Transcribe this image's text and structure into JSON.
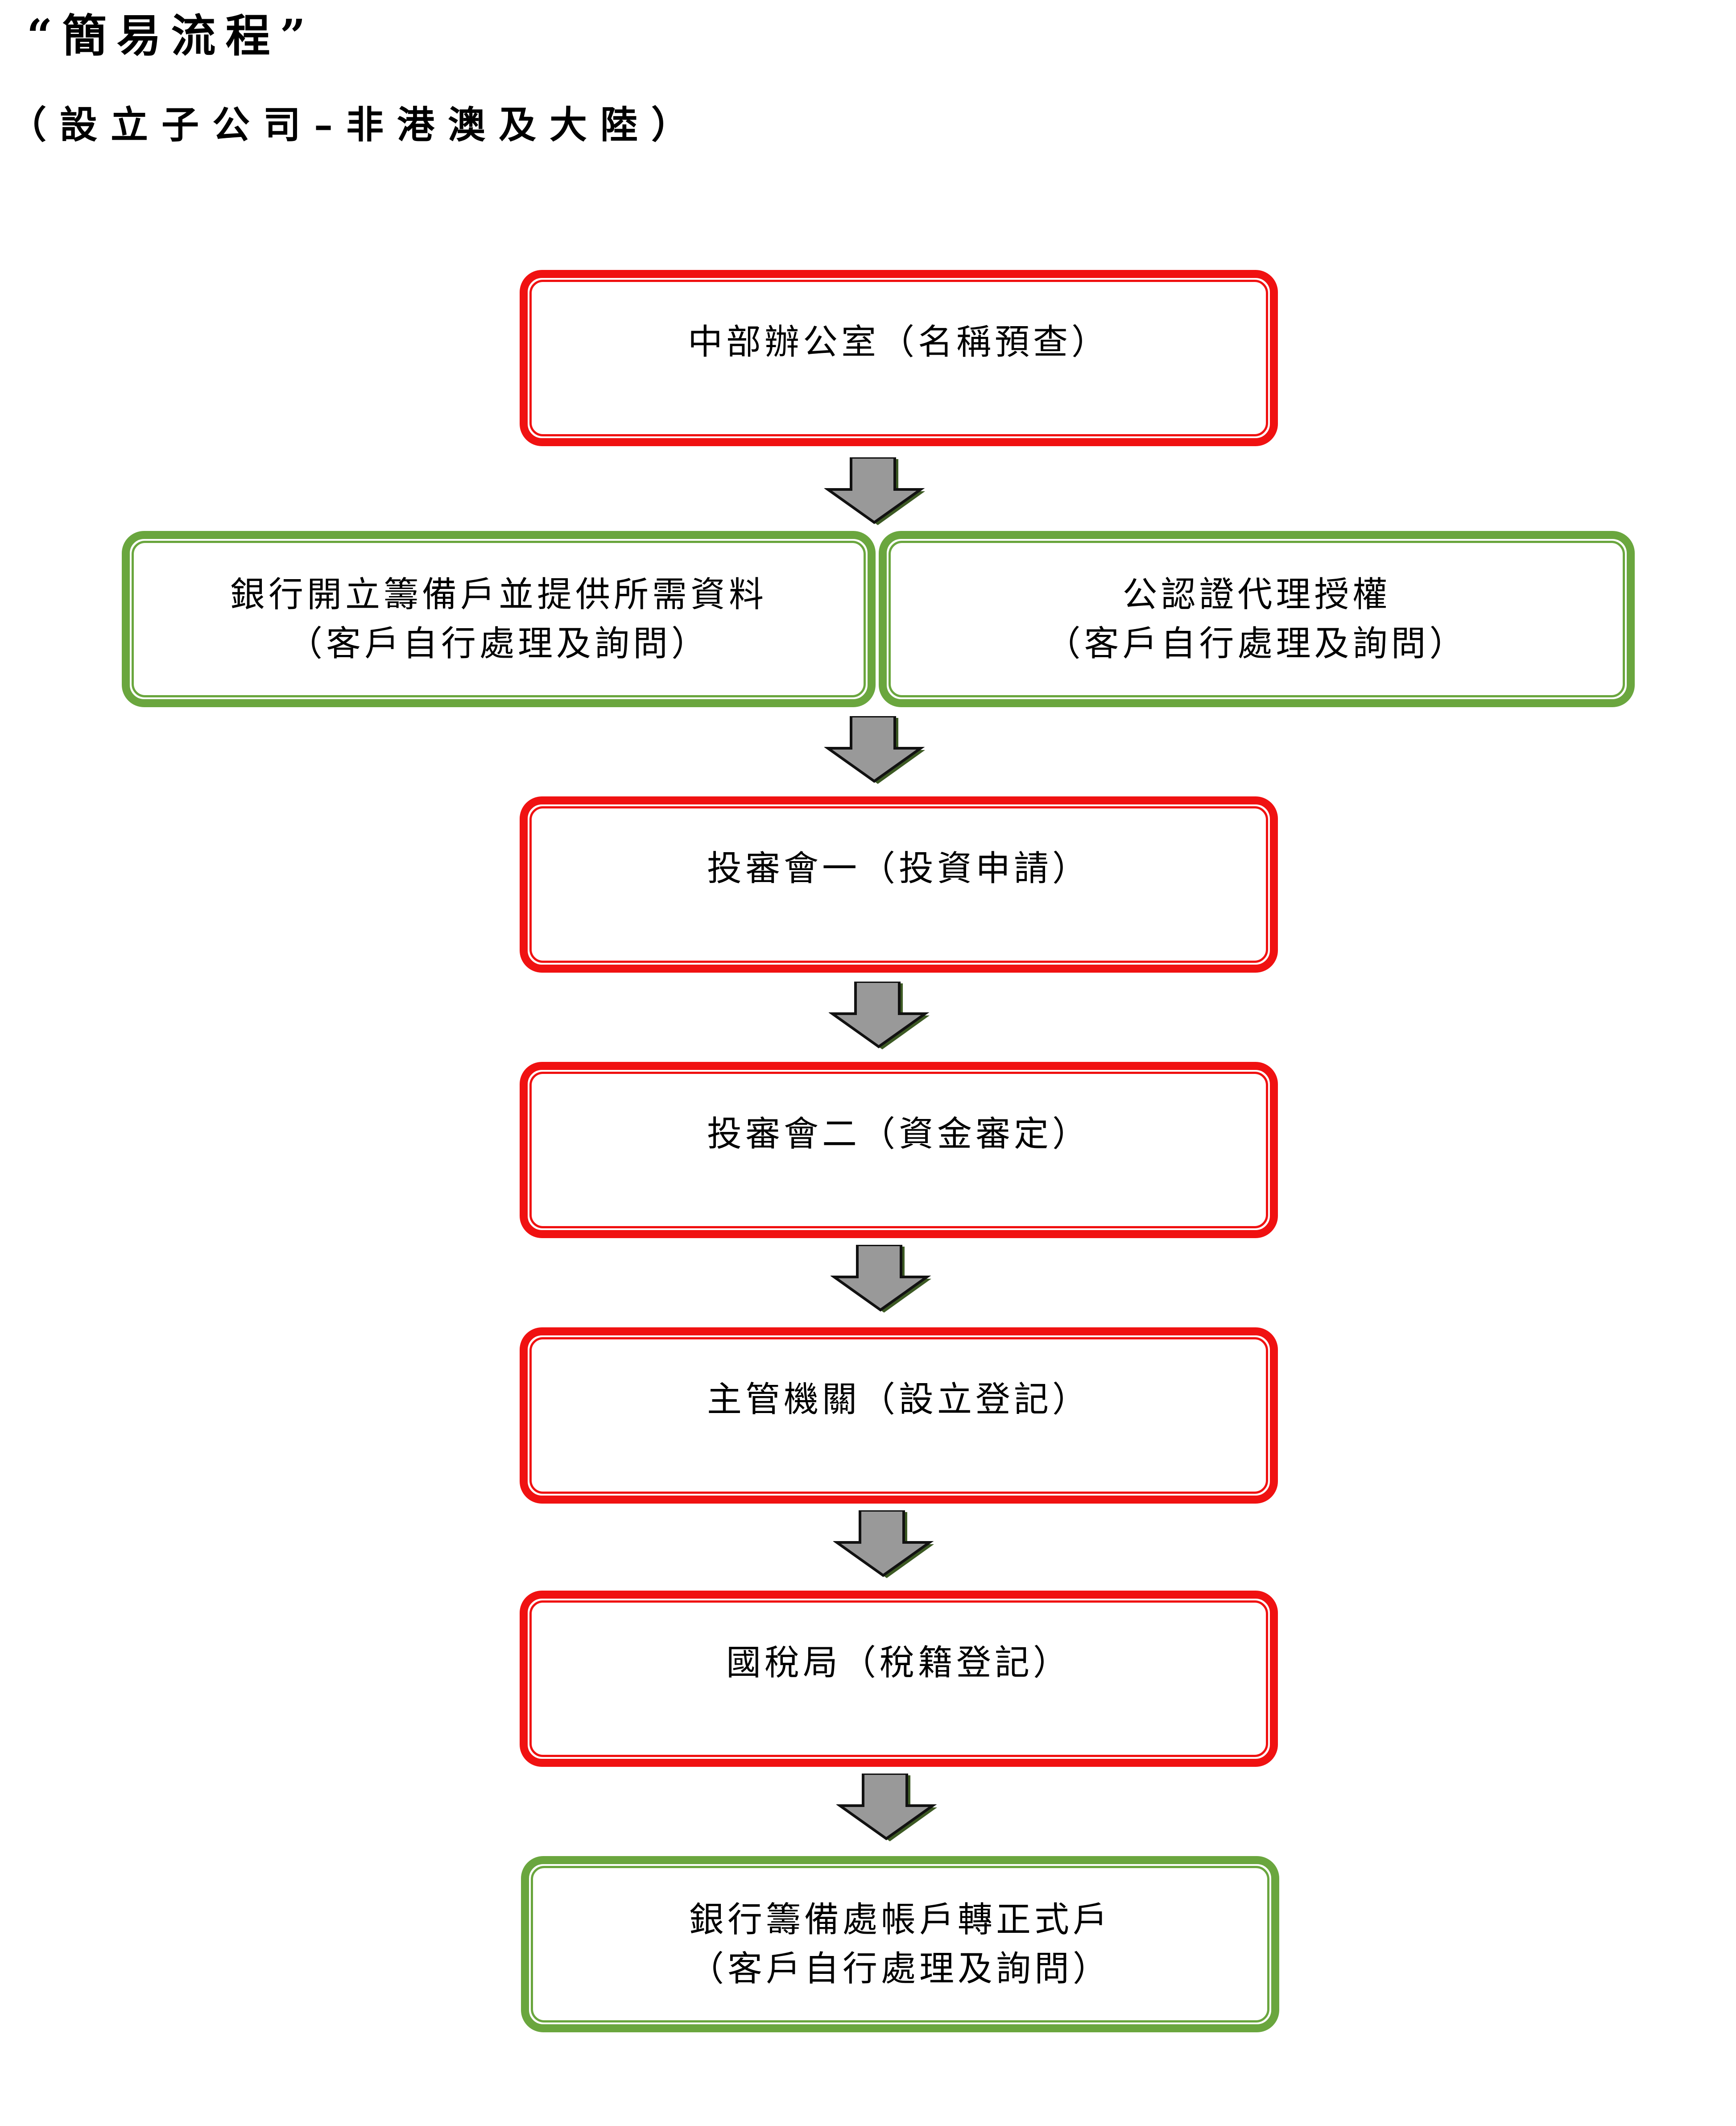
{
  "header": {
    "title": "“簡易流程”",
    "subtitle": "（設立子公司–非港澳及大陸）"
  },
  "colors": {
    "government_step": "#f01111",
    "customer_step": "#6aa63e",
    "arrow_fill": "#999999",
    "arrow_shadow": "#3d5a24"
  },
  "steps": {
    "name_check": {
      "label": "中部辦公室（名稱預查）"
    },
    "bank_account": {
      "line1": "銀行開立籌備戶並提供所需資料",
      "line2": "（客戶自行處理及詢問）"
    },
    "notary": {
      "line1": "公認證代理授權",
      "line2": "（客戶自行處理及詢問）"
    },
    "investment_commission_1": {
      "label": "投審會一（投資申請）"
    },
    "investment_commission_2": {
      "label": "投審會二（資金審定）"
    },
    "competent_authority": {
      "label": "主管機關（設立登記）"
    },
    "tax_bureau": {
      "label": "國稅局（稅籍登記）"
    },
    "bank_convert": {
      "line1": "銀行籌備處帳戶轉正式戶",
      "line2": "（客戶自行處理及詢問）"
    }
  }
}
